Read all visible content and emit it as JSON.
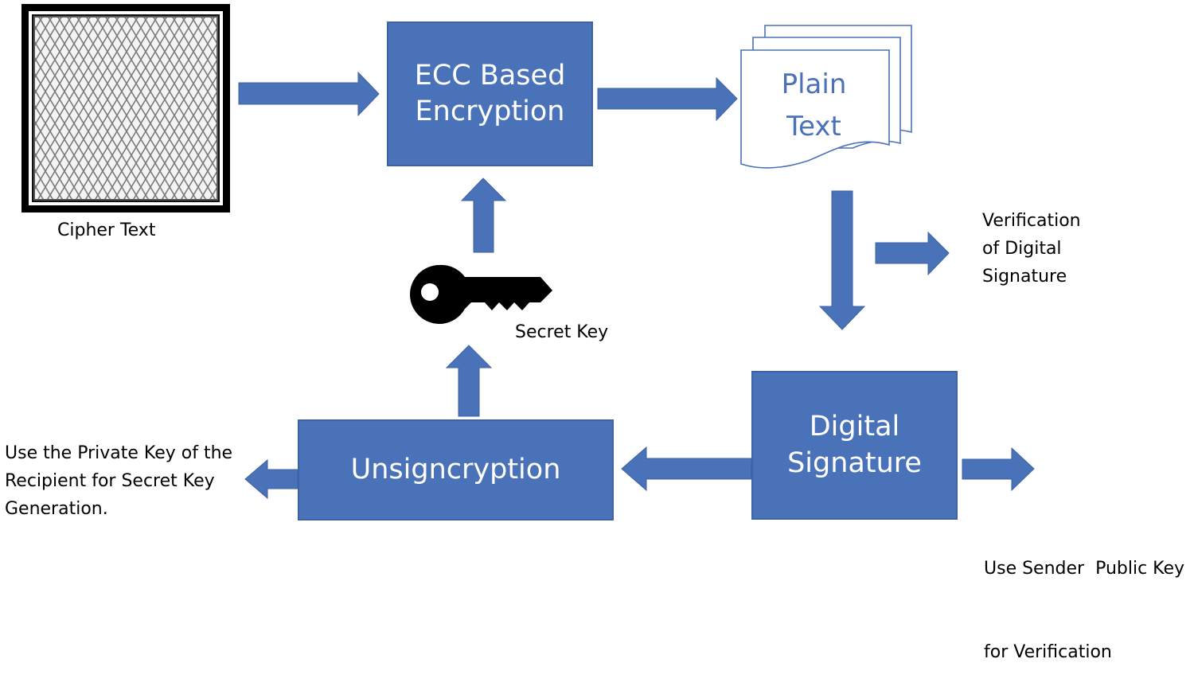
{
  "nodes": {
    "cipher_text": {
      "label": "Cipher Text"
    },
    "ecc_encryption": {
      "line1": "ECC Based",
      "line2": "Encryption"
    },
    "plain_text": {
      "line1": "Plain",
      "line2": "Text"
    },
    "digital_signature": {
      "line1": "Digital",
      "line2": "Signature"
    },
    "unsigncryption": {
      "label": "Unsigncryption"
    },
    "secret_key": {
      "label": "Secret Key"
    }
  },
  "annotations": {
    "verification": {
      "line1": "Verification",
      "line2": "of Digital",
      "line3": "Signature"
    },
    "private_key_note": {
      "line1": "Use the Private Key of the",
      "line2": "Recipient for Secret Key",
      "line3": "Generation."
    },
    "public_key_note": {
      "line1": "Use Sender  Public Key",
      "line2": "for Verification"
    }
  },
  "colors": {
    "box_fill": "#4a72b8",
    "arrow_fill": "#4a72b8",
    "plain_text_color": "#4a72b8"
  }
}
